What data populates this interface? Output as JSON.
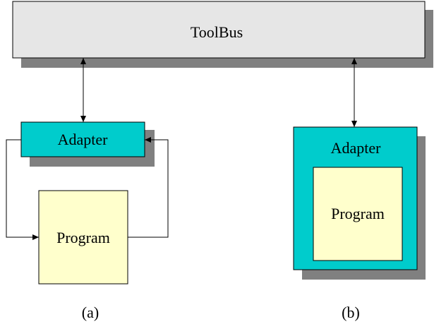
{
  "toolbus": {
    "label": "ToolBus"
  },
  "left": {
    "adapter_label": "Adapter",
    "program_label": "Program",
    "caption": "(a)"
  },
  "right": {
    "adapter_label": "Adapter",
    "program_label": "Program",
    "caption": "(b)"
  },
  "colors": {
    "toolbus_fill": "#e6e6e6",
    "adapter_fill": "#00cccc",
    "program_fill": "#ffffcc",
    "shadow": "#808080",
    "stroke": "#000000"
  }
}
